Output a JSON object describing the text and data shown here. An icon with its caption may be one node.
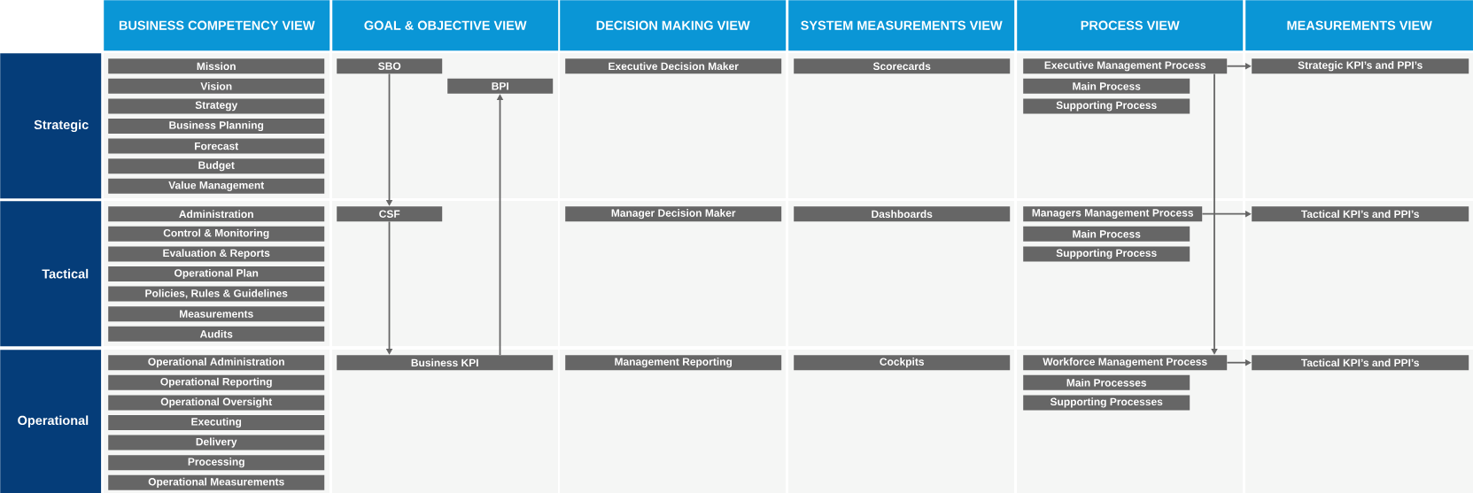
{
  "diagram": {
    "nodes": [
      {
        "text": [
          "BUSINESS COMPETENCY VIEW"
        ]
      },
      {
        "text": [
          "GOAL & OBJECTIVE VIEW"
        ]
      },
      {
        "text": [
          "DECISION MAKING VIEW"
        ]
      },
      {
        "text": [
          "SYSTEM MEASUREMENTS VIEW"
        ]
      },
      {
        "text": [
          "PROCESS VIEW"
        ]
      },
      {
        "text": [
          "MEASUREMENTS VIEW"
        ]
      },
      {
        "text": [
          "Strategic"
        ]
      },
      {
        "text": [
          "Mission"
        ]
      },
      {
        "text": [
          "Vision"
        ]
      },
      {
        "text": [
          "Strategy"
        ]
      },
      {
        "text": [
          "Business Planning"
        ]
      },
      {
        "text": [
          "Forecast"
        ]
      },
      {
        "text": [
          "Budget"
        ]
      },
      {
        "text": [
          "Value Management"
        ]
      },
      {
        "text": [
          "SBO"
        ]
      },
      {
        "text": [
          "BPI"
        ]
      },
      {
        "text": [
          "Executive Decision Maker"
        ]
      },
      {
        "text": [
          "Scorecards"
        ]
      },
      {
        "text": [
          "Executive Management Process"
        ]
      },
      {
        "text": [
          "Main Process"
        ]
      },
      {
        "text": [
          "Supporting Process"
        ]
      },
      {
        "text": [
          "Strategic KPI’s and PPI’s"
        ]
      },
      {
        "text": [
          "Tactical"
        ]
      },
      {
        "text": [
          "Administration"
        ]
      },
      {
        "text": [
          "Control & Monitoring"
        ]
      },
      {
        "text": [
          "Evaluation & Reports"
        ]
      },
      {
        "text": [
          "Operational Plan"
        ]
      },
      {
        "text": [
          "Policies, Rules & Guidelines"
        ]
      },
      {
        "text": [
          "Measurements"
        ]
      },
      {
        "text": [
          "Audits"
        ]
      },
      {
        "text": [
          "CSF"
        ]
      },
      {
        "text": [
          "Manager Decision Maker"
        ]
      },
      {
        "text": [
          "Dashboards"
        ]
      },
      {
        "text": [
          "Managers Management Process"
        ]
      },
      {
        "text": [
          "Main Process"
        ]
      },
      {
        "text": [
          "Supporting Process"
        ]
      },
      {
        "text": [
          "Tactical KPI’s and PPI’s"
        ]
      },
      {
        "text": [
          "Operational"
        ]
      },
      {
        "text": [
          "Operational Administration"
        ]
      },
      {
        "text": [
          "Operational Reporting"
        ]
      },
      {
        "text": [
          "Operational Oversight"
        ]
      },
      {
        "text": [
          "Executing"
        ]
      },
      {
        "text": [
          "Delivery"
        ]
      },
      {
        "text": [
          "Processing"
        ]
      },
      {
        "text": [
          "Operational Measurements"
        ]
      },
      {
        "text": [
          "Business KPI"
        ]
      },
      {
        "text": [
          "Management Reporting"
        ]
      },
      {
        "text": [
          "Cockpits"
        ]
      },
      {
        "text": [
          "Workforce Management Process"
        ]
      },
      {
        "text": [
          "Main Processes"
        ]
      },
      {
        "text": [
          "Supporting Processes"
        ]
      },
      {
        "text": [
          "Tactical KPI’s and PPI’s"
        ]
      }
    ],
    "edges": [
      {
        "from": 14,
        "to": 30,
        "arrow": "to"
      },
      {
        "from": 30,
        "to": 45,
        "arrow": "to"
      },
      {
        "from": 45,
        "to": 15,
        "arrow": "to"
      },
      {
        "from": 18,
        "to": 21,
        "arrow": "to"
      },
      {
        "from": 18,
        "to": 48,
        "arrow": "to"
      },
      {
        "from": 33,
        "to": 36,
        "arrow": "to"
      },
      {
        "from": 48,
        "to": 51,
        "arrow": "to"
      }
    ]
  }
}
